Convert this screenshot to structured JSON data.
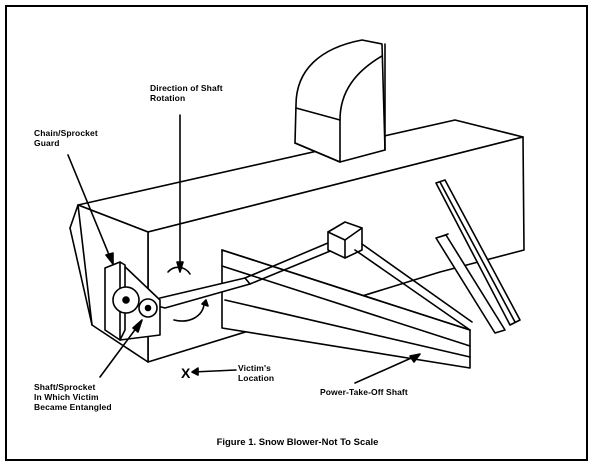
{
  "labels": {
    "direction": "Direction of Shaft\nRotation",
    "guard": "Chain/Sprocket\nGuard",
    "entangled": "Shaft/Sprocket\nIn Which Victim\nBecame Entangled",
    "victim_mark": "X",
    "victim": "Victim's\nLocation",
    "pto": "Power-Take-Off Shaft"
  },
  "caption": "Figure 1. Snow Blower-Not To Scale"
}
